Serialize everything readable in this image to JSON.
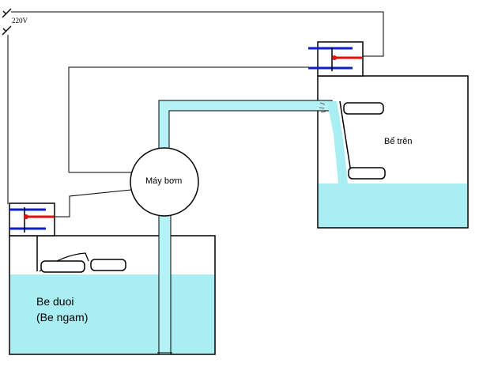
{
  "labels": {
    "voltage": "220V",
    "pump": "Máy bơm",
    "upper_tank": "Bể trên",
    "lower_tank_line1": "Be duoi",
    "lower_tank_line2": "(Be ngam)"
  },
  "colors": {
    "water": "#a9eef3",
    "pipe_water": "#b4f2f6",
    "wire": "#000000",
    "wire_blue": "#1020c8",
    "wire_red": "#e01010",
    "outline": "#000000",
    "background": "#ffffff"
  },
  "icons": {
    "plug": "plug-icon",
    "float_switch": "float-switch-icon",
    "pump": "pump-icon"
  }
}
